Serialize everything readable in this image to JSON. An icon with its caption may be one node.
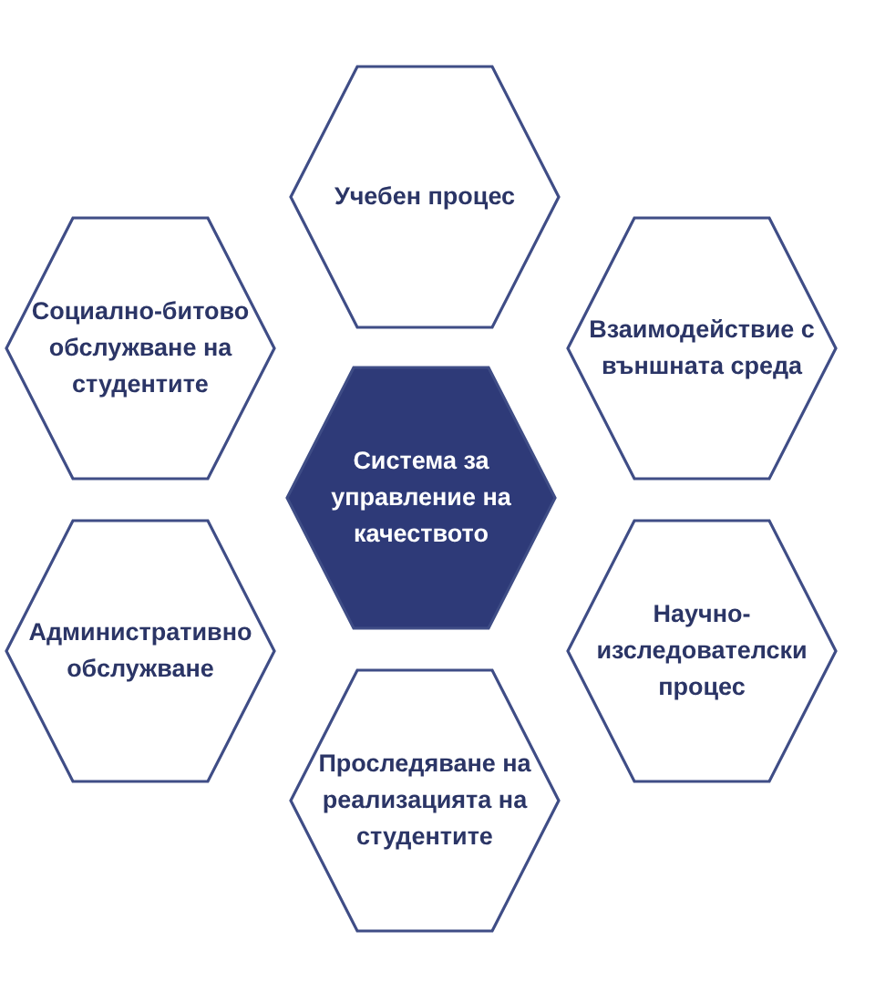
{
  "diagram": {
    "nodes": [
      {
        "text": [
          "Учебен процес"
        ]
      },
      {
        "text": [
          "Социално-битово обслужване на студентите"
        ]
      },
      {
        "text": [
          "Взаимодействие с външната среда"
        ]
      },
      {
        "text": [
          "Система за управление на качеството"
        ]
      },
      {
        "text": [
          "Административно обслужване"
        ]
      },
      {
        "text": [
          "Научно-изследователски процес"
        ]
      },
      {
        "text": [
          "Проследяване на реализацията на студентите"
        ]
      }
    ],
    "edges": []
  }
}
